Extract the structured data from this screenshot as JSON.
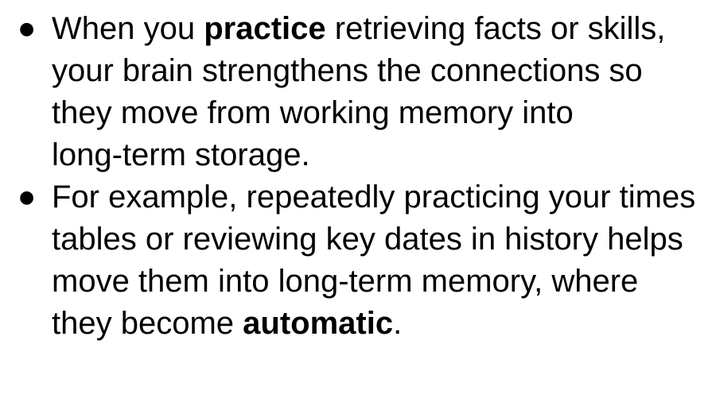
{
  "page": {
    "background_color": "#ffffff",
    "text_color": "#000000"
  },
  "bullet_glyph": "●",
  "bullets": [
    {
      "lines": {
        "l1": {
          "pre": "When you ",
          "bold": "practice",
          "post": " retrieving facts or skills,"
        },
        "l2": "your brain strengthens the connections so",
        "l3": "they move from working memory into",
        "l4": "long-term storage."
      }
    },
    {
      "lines": {
        "l1": "For example, repeatedly practicing your times",
        "l2": "tables or reviewing key dates in history helps",
        "l3": "move them into long-term memory, where",
        "l4": {
          "pre": "they become ",
          "bold": "automatic",
          "post": "."
        }
      }
    }
  ]
}
